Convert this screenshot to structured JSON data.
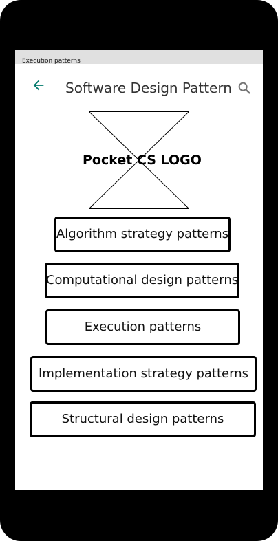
{
  "status_bar": {
    "text": "Execution patterns"
  },
  "app_bar": {
    "title": "Software Design Pattern",
    "back_icon": "arrow-left-icon",
    "search_icon": "search-icon",
    "accent_color": "#00796b"
  },
  "logo": {
    "text": "Pocket CS LOGO"
  },
  "buttons": [
    {
      "label": "Algorithm strategy patterns"
    },
    {
      "label": "Computational design patterns"
    },
    {
      "label": "Execution patterns"
    },
    {
      "label": "Implementation strategy patterns"
    },
    {
      "label": "Structural design patterns"
    }
  ]
}
